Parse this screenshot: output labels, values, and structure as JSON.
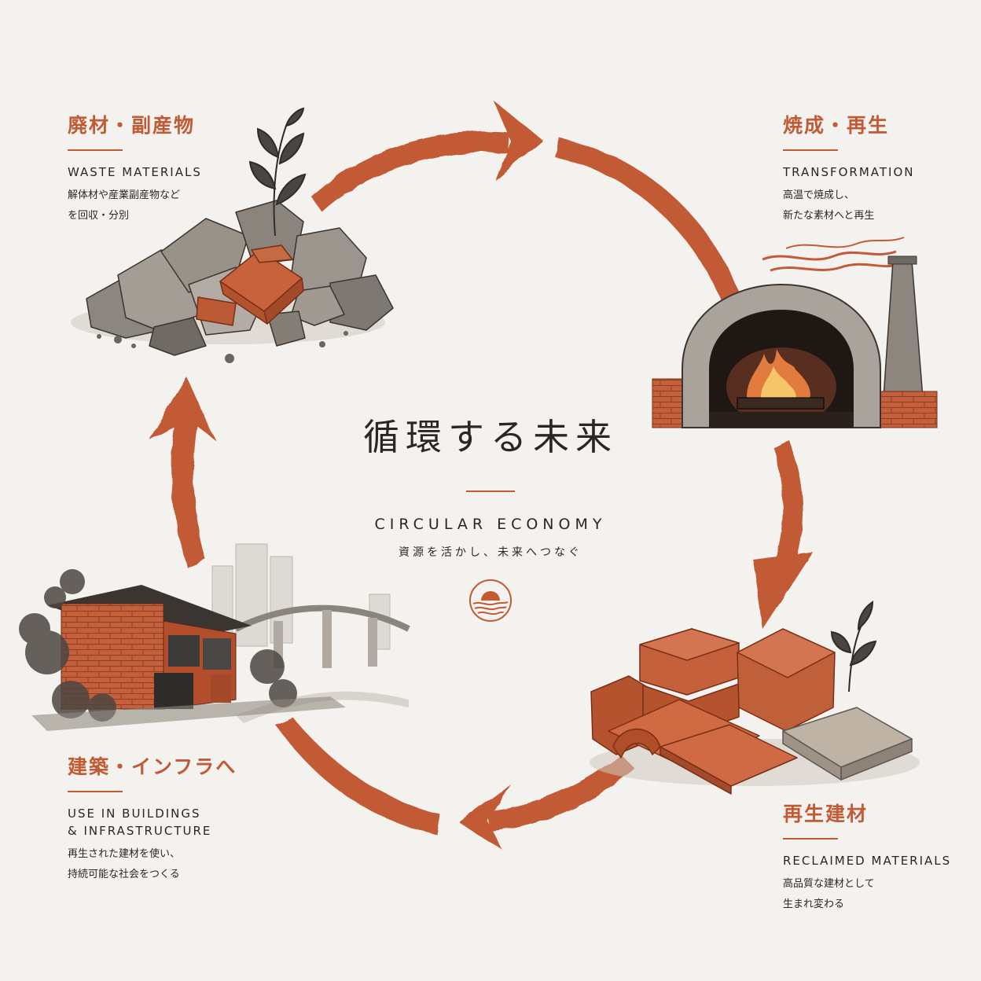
{
  "center": {
    "title": "循環する未来",
    "subtitle_en": "CIRCULAR ECONOMY",
    "tagline": "資源を活かし、未来へつなぐ"
  },
  "steps": [
    {
      "title_jp": "廃材・副産物",
      "title_en": "WASTE MATERIALS",
      "description": "解体材や産業副産物など\nを回収・分別"
    },
    {
      "title_jp": "焼成・再生",
      "title_en": "TRANSFORMATION",
      "description": "高温で焼成し、\n新たな素材へと再生"
    },
    {
      "title_jp": "再生建材",
      "title_en": "RECLAIMED MATERIALS",
      "description": "高品質な建材として\n生まれ変わる"
    },
    {
      "title_jp": "建築・インフラへ",
      "title_en": "USE IN BUILDINGS\n& INFRASTRUCTURE",
      "description": "再生された建材を使い、\n持続可能な社会をつくる"
    }
  ],
  "colors": {
    "accent": "#c25a35",
    "background": "#f4f2ee",
    "ink": "#2b2622"
  },
  "icons": [
    "rubble-pile-icon",
    "kiln-furnace-icon",
    "brick-stack-icon",
    "brick-building-icon",
    "sun-wave-logo-icon",
    "plant-sprig-icon"
  ]
}
